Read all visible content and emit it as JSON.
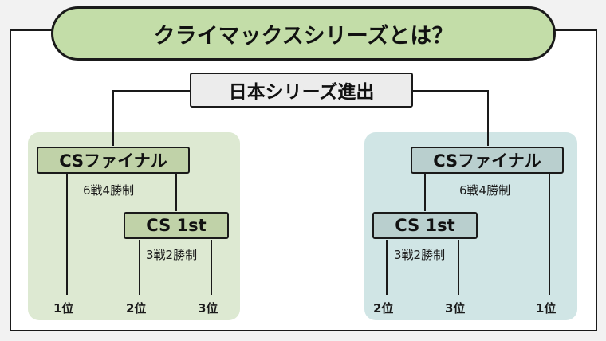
{
  "title": "クライマックスシリーズとは？",
  "top_box": "日本シリーズ進出",
  "left": {
    "final": {
      "label": "CSファイナル",
      "format": "6戦4勝制"
    },
    "first": {
      "label": "CS 1st",
      "format": "3戦2勝制"
    },
    "seeds": [
      "1位",
      "2位",
      "3位"
    ]
  },
  "right": {
    "final": {
      "label": "CSファイナル",
      "format": "6戦4勝制"
    },
    "first": {
      "label": "CS 1st",
      "format": "3戦2勝制"
    },
    "seeds": [
      "2位",
      "3位",
      "1位"
    ]
  },
  "colors": {
    "title_bg": "#c3dda8",
    "left_panel": "#dde9d2",
    "left_box": "#c0d2a8",
    "right_panel": "#d0e5e5",
    "right_box": "#b9cfce",
    "top_box": "#ececec"
  }
}
